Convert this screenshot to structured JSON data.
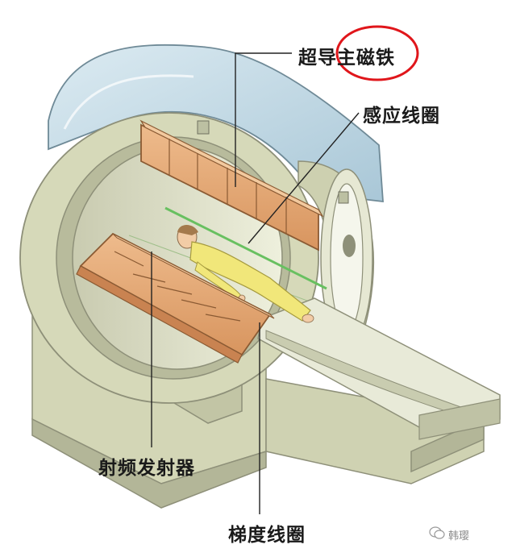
{
  "labels": {
    "main_magnet": "超导主磁铁",
    "receive_coil": "感应线圈",
    "rf_transmitter": "射频发射器",
    "gradient_coil": "梯度线圈"
  },
  "watermark": "韩璎",
  "highlight": {
    "target": "主磁铁",
    "color": "#e0161b"
  },
  "colors": {
    "housing": "#d9dcbe",
    "housing_shadow": "#b6b99a",
    "glass": "#c4dae6",
    "coil_wood": "#e6a878",
    "coil_wood_dark": "#c98351",
    "patient_suit": "#f1e77a",
    "skin": "#f2cca6",
    "hair": "#a47a4c",
    "green_line": "#68c060"
  }
}
